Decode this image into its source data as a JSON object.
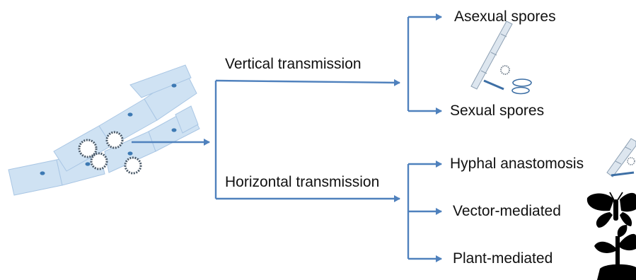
{
  "colors": {
    "arrow": "#4f81bd",
    "hypha_fill": "#cfe2f3",
    "hypha_stroke": "#a9c6e4",
    "nucleus": "#3d79b3",
    "virus": "#4a5968",
    "silhouette": "#000000"
  },
  "labels": {
    "vertical": "Vertical transmission",
    "horizontal": "Horizontal transmission",
    "asexual": "Asexual spores",
    "sexual": "Sexual spores",
    "anastomosis": "Hyphal anastomosis",
    "vector": "Vector-mediated",
    "plant": "Plant-mediated"
  },
  "icons": [
    "fungal-hypha-icon",
    "virus-particle-icon",
    "spore-icon",
    "anastomosis-icon",
    "butterfly-icon",
    "plant-seedling-icon"
  ]
}
